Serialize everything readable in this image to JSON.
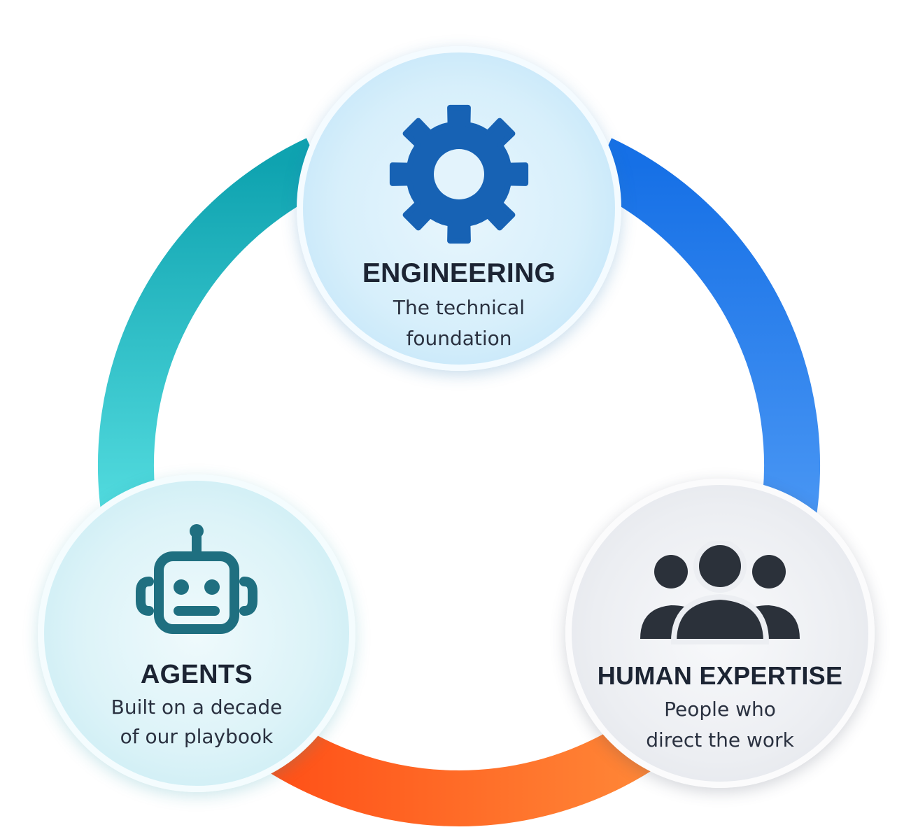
{
  "colors": {
    "ring_top_left": "#15aeb8",
    "ring_left": "#4fd8db",
    "ring_right_top": "#1e78e8",
    "ring_right_bottom": "#3d8ff2",
    "ring_bottom": "#ff5a1f",
    "ring_bottom_light": "#ff8a3c",
    "gear": "#1762b4",
    "robot": "#1f6f80",
    "people": "#2b313a"
  },
  "nodes": {
    "engineering": {
      "icon": "gear-icon",
      "title": "ENGINEERING",
      "subtitle_line1": "The technical",
      "subtitle_line2": "foundation"
    },
    "agents": {
      "icon": "robot-icon",
      "title": "AGENTS",
      "subtitle_line1": "Built on a decade",
      "subtitle_line2": "of our playbook"
    },
    "human": {
      "icon": "people-icon",
      "title": "HUMAN EXPERTISE",
      "subtitle_line1": "People who",
      "subtitle_line2": "direct the work"
    }
  }
}
